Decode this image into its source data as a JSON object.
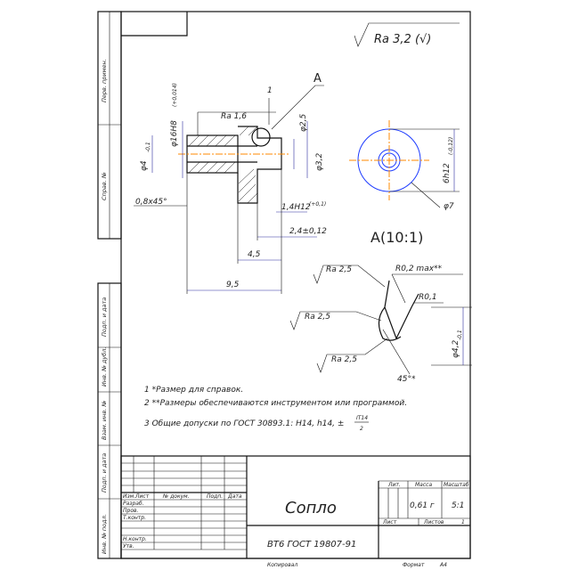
{
  "roughness": {
    "general": "Ra 3,2 (√)"
  },
  "view_label": "A",
  "detail": {
    "title": "A(10:1)"
  },
  "dims": {
    "bore_dia": "φ16H8",
    "bore_dia_tol": "(+0,014)",
    "ra_bore": "Ra 1,6",
    "one": "1",
    "d25": "φ2,5",
    "d32": "φ3,2",
    "d4": "φ4",
    "d4_tol": "-0,1",
    "chamfer": "0,8x45°",
    "len14": "1,4H12",
    "len14_tol": "(+0,1)",
    "len24": "2,4±0,12",
    "len45": "4,5",
    "len95": "9,5",
    "d6": "6h12",
    "d6_tol": "(-0,12)",
    "d7": "φ7",
    "ra25a": "Ra 2,5",
    "ra25b": "Ra 2,5",
    "ra25c": "Ra 2,5",
    "r02": "R0,2 max**",
    "r01": "R0,1",
    "angle": "45°*",
    "d42": "φ4,2",
    "d42_tol": "-0,1"
  },
  "notes": [
    "1  *Размер для справок.",
    "2  **Размеры обеспечиваются инструментом или программой.",
    "3  Общие допуски по ГОСТ 30893.1: H14, h14, ±"
  ],
  "notes_frac": {
    "num": "IT14",
    "den": "2"
  },
  "side_labels": [
    "Перв. примен.",
    "Справ. №",
    "Подп. и дата",
    "Инв. № дубл.",
    "Взам. инв. №",
    "Подп. и дата",
    "Инв. № подл."
  ],
  "title_block": {
    "name": "Сопло",
    "material": "ВТ6 ГОСТ 19807-91",
    "mass_label": "Масса",
    "scale_label": "Масштаб",
    "lit_label": "Лит.",
    "mass": "0,61 г",
    "scale": "5:1",
    "sheet_label": "Лист",
    "sheets_label": "Листов",
    "sheets": "1",
    "col_headers": [
      "Изм.",
      "Лист",
      "№ докум.",
      "Подп.",
      "Дата"
    ],
    "roles": [
      "Разраб.",
      "Пров.",
      "Т.контр.",
      "",
      "Н.контр.",
      "Утв."
    ],
    "copied": "Копировал",
    "format": "Формат",
    "format_value": "А4"
  }
}
